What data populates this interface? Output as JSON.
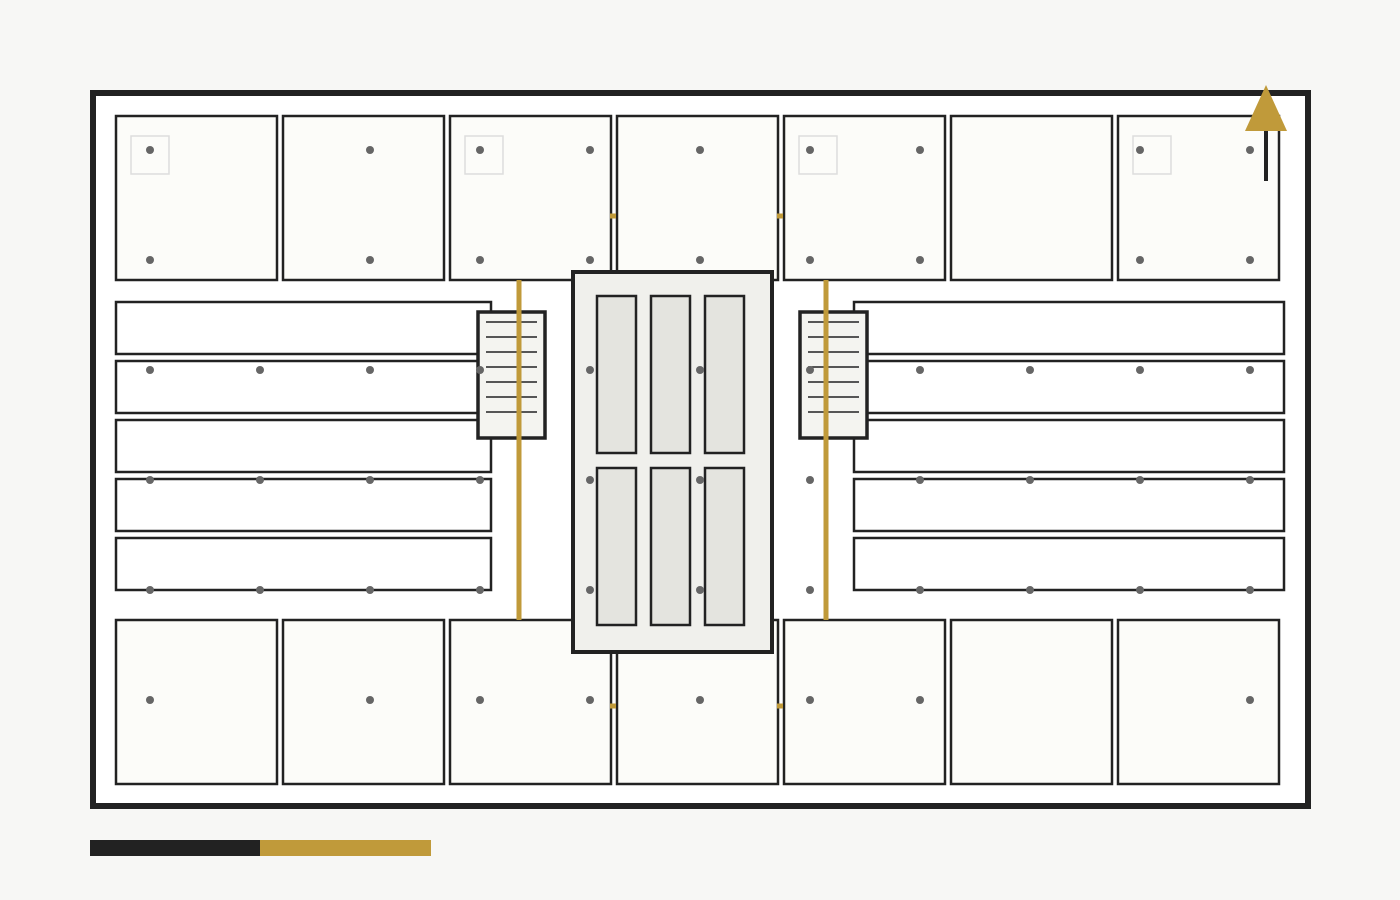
{
  "plan": {
    "title": "",
    "colors": {
      "background": "#f7f7f5",
      "floor": "#ffffff",
      "wall": "#222222",
      "room_fill": "#fcfcf9",
      "core_fill": "#f0f0ec",
      "lift_fill": "#e4e4df",
      "stair_fill": "#f4f4f0",
      "column": "#666666",
      "accent": "#c09a3a",
      "furniture": "#dddddd"
    },
    "top_room_count": 7,
    "bottom_room_count": 7,
    "left_strip_count": 5,
    "right_strip_count": 5,
    "lift_count": 6,
    "stair_count": 2,
    "column_grid": {
      "columns": 11,
      "rows": 6
    }
  },
  "north_arrow": {
    "icon": "north-arrow-icon",
    "label": ""
  },
  "scale_bar": {
    "segments": [
      "dark",
      "accent"
    ],
    "label": ""
  }
}
